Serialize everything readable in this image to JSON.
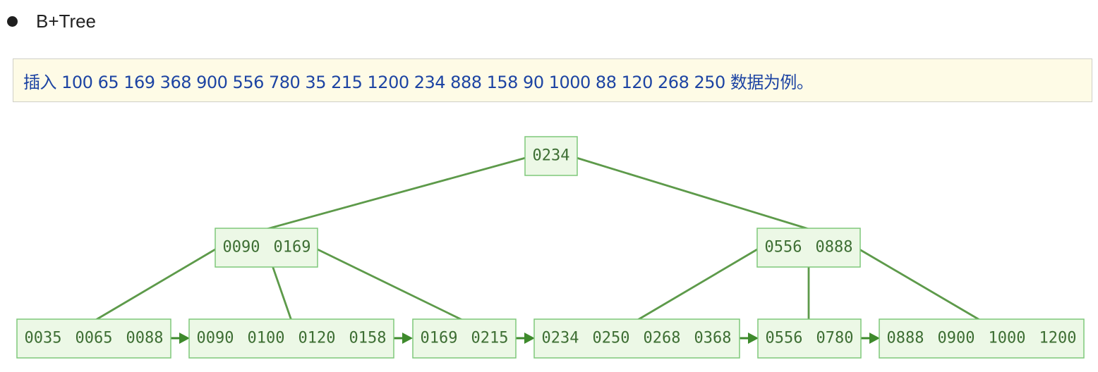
{
  "heading": {
    "text": "B+Tree",
    "bullet_icon": "bullet-dot-icon"
  },
  "note": {
    "text": "插入 100 65 169 368 900 556 780 35 215 1200 234 888 158 90 1000 88 120 268 250 数据为例。"
  },
  "tree": {
    "colors": {
      "node_fill": "#ecf8e6",
      "node_border": "#7fc87a",
      "edge": "#5d9a4a",
      "link_arrow": "#3e8a2c",
      "key_text": "#3d6e33"
    },
    "root": {
      "keys": [
        "0234"
      ]
    },
    "internal": [
      {
        "keys": [
          "0090",
          "0169"
        ]
      },
      {
        "keys": [
          "0556",
          "0888"
        ]
      }
    ],
    "leaves": [
      {
        "keys": [
          "0035",
          "0065",
          "0088"
        ]
      },
      {
        "keys": [
          "0090",
          "0100",
          "0120",
          "0158"
        ]
      },
      {
        "keys": [
          "0169",
          "0215"
        ]
      },
      {
        "keys": [
          "0234",
          "0250",
          "0268",
          "0368"
        ]
      },
      {
        "keys": [
          "0556",
          "0780"
        ]
      },
      {
        "keys": [
          "0888",
          "0900",
          "1000",
          "1200"
        ]
      }
    ]
  }
}
